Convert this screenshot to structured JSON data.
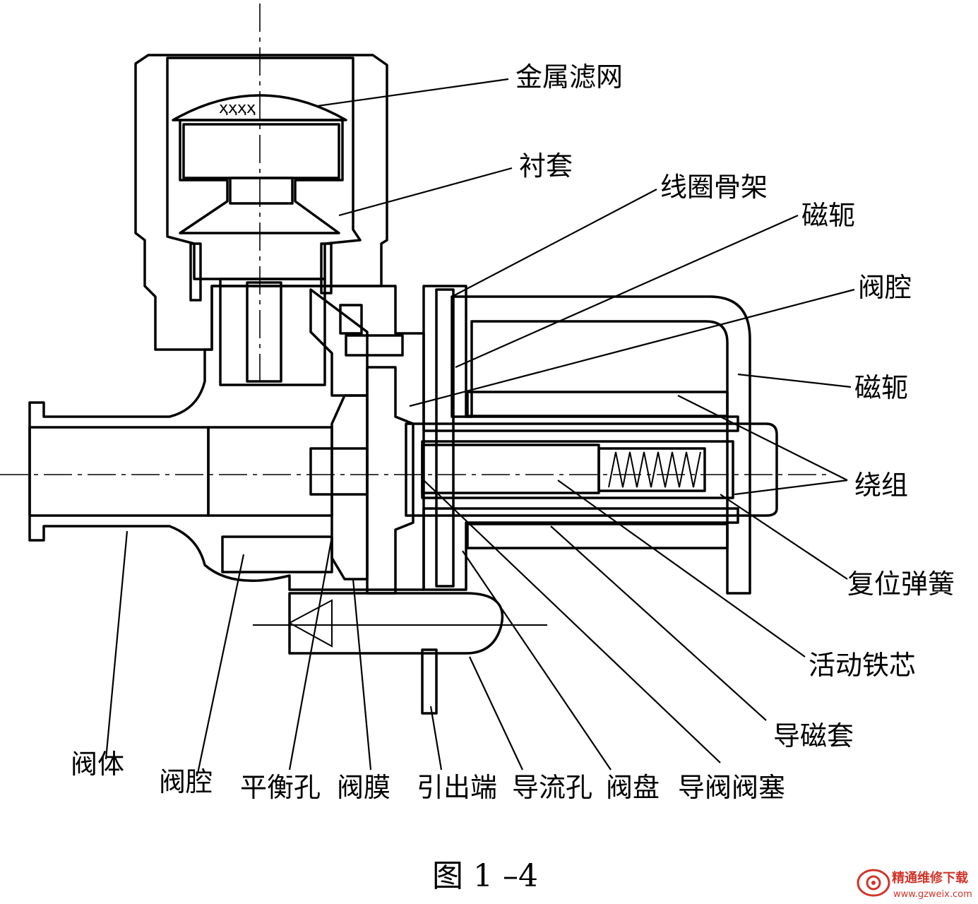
{
  "labels": {
    "metal_filter": "金属滤网",
    "liner": "衬套",
    "coil_frame": "线圈骨架",
    "yoke_top": "磁轭",
    "valve_chamber_right": "阀腔",
    "yoke_right": "磁轭",
    "winding": "绕组",
    "return_spring": "复位弹簧",
    "moving_core": "活动铁芯",
    "magnetic_sleeve": "导磁套",
    "valve_body": "阀体",
    "valve_chamber_bottom": "阀腔",
    "balance_hole": "平衡孔",
    "diaphragm": "阀膜",
    "lead_terminal": "引出端",
    "guide_hole": "导流孔",
    "valve_disc": "阀盘",
    "pilot_plug": "导阀阀塞"
  },
  "caption": "图 1 –4",
  "watermark": {
    "name": "精通维修下载",
    "url": "www.gzweix.com"
  },
  "colors": {
    "line": "#000000",
    "background": "#ffffff",
    "watermark": "#d0352a"
  }
}
